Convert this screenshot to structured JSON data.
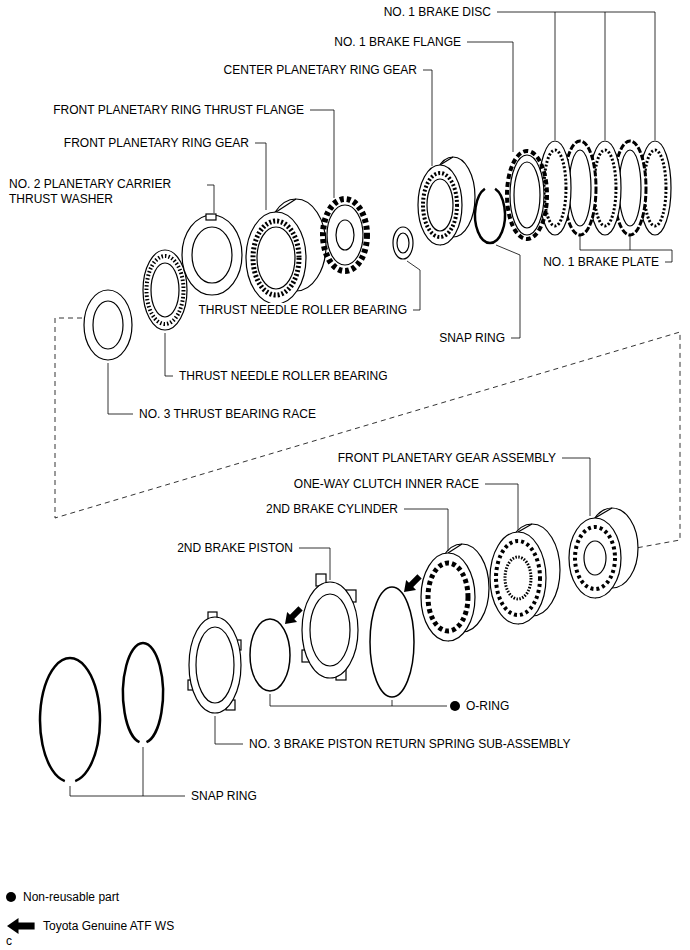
{
  "diagram": {
    "labels": [
      "NO. 1 BRAKE DISC",
      "NO. 1 BRAKE FLANGE",
      "CENTER PLANETARY RING GEAR",
      "FRONT PLANETARY RING THRUST FLANGE",
      "FRONT PLANETARY RING GEAR",
      "NO. 2 PLANETARY CARRIER THRUST WASHER",
      "NO. 1 BRAKE PLATE",
      "THRUST NEEDLE ROLLER BEARING",
      "SNAP RING",
      "THRUST NEEDLE ROLLER BEARING",
      "NO. 3 THRUST BEARING RACE",
      "FRONT PLANETARY GEAR ASSEMBLY",
      "ONE-WAY CLUTCH INNER RACE",
      "2ND BRAKE CYLINDER",
      "2ND BRAKE PISTON",
      "O-RING",
      "NO. 3 BRAKE PISTON RETURN SPRING SUB-ASSEMBLY",
      "SNAP RING",
      "c"
    ],
    "legend": [
      {
        "text": "Non-reusable part"
      },
      {
        "text": "Toyota Genuine ATF WS"
      }
    ]
  }
}
